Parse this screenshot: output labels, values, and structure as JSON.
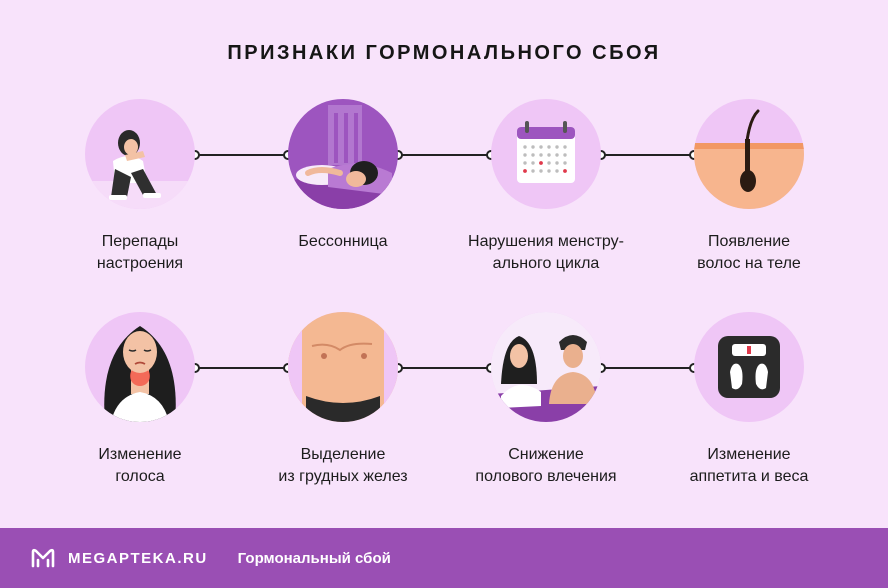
{
  "title": "ПРИЗНАКИ ГОРМОНАЛЬНОГО СБОЯ",
  "row1": [
    {
      "line1": "Перепады",
      "line2": "настроения",
      "icon": "sad-woman-icon"
    },
    {
      "line1": "Бессонница",
      "line2": "",
      "icon": "insomnia-icon"
    },
    {
      "line1": "Нарушения менстру-",
      "line2": "ального цикла",
      "icon": "calendar-icon"
    },
    {
      "line1": "Появление",
      "line2": "волос на теле",
      "icon": "hair-follicle-icon"
    }
  ],
  "row2": [
    {
      "line1": "Изменение",
      "line2": "голоса",
      "icon": "throat-pain-icon"
    },
    {
      "line1": "Выделение",
      "line2": "из грудных желез",
      "icon": "chest-icon"
    },
    {
      "line1": "Снижение",
      "line2": "полового влечения",
      "icon": "couple-icon"
    },
    {
      "line1": "Изменение",
      "line2": "аппетита и веса",
      "icon": "scale-icon"
    }
  ],
  "footer": {
    "brand": "MEGAPTEKA.RU",
    "subtitle": "Гормональный сбой"
  },
  "colors": {
    "background": "#f8e3fb",
    "circle_light": "#efc6f6",
    "circle_purple": "#9d55bf",
    "footer": "#9a4fb4"
  }
}
